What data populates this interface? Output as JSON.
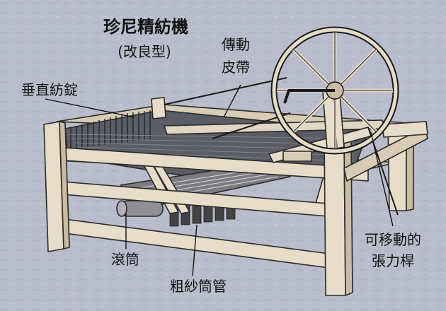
{
  "title": "珍尼精紡機",
  "subtitle": "(改良型)",
  "labels": {
    "drive_belt_line1": "傳動",
    "drive_belt_line2": "皮帶",
    "vertical_spindles": "垂直紡錠",
    "roller": "滾筒",
    "roving_bobbins": "粗紗筒管",
    "tension_rod_line1": "可移動的",
    "tension_rod_line2": "張力桿"
  },
  "colors": {
    "background": "#b9bccb",
    "wood": "#e6dcc8",
    "wood_shadow": "#c9bca2",
    "outline": "#2a2a2a",
    "yarn": "#4a4a4a"
  }
}
